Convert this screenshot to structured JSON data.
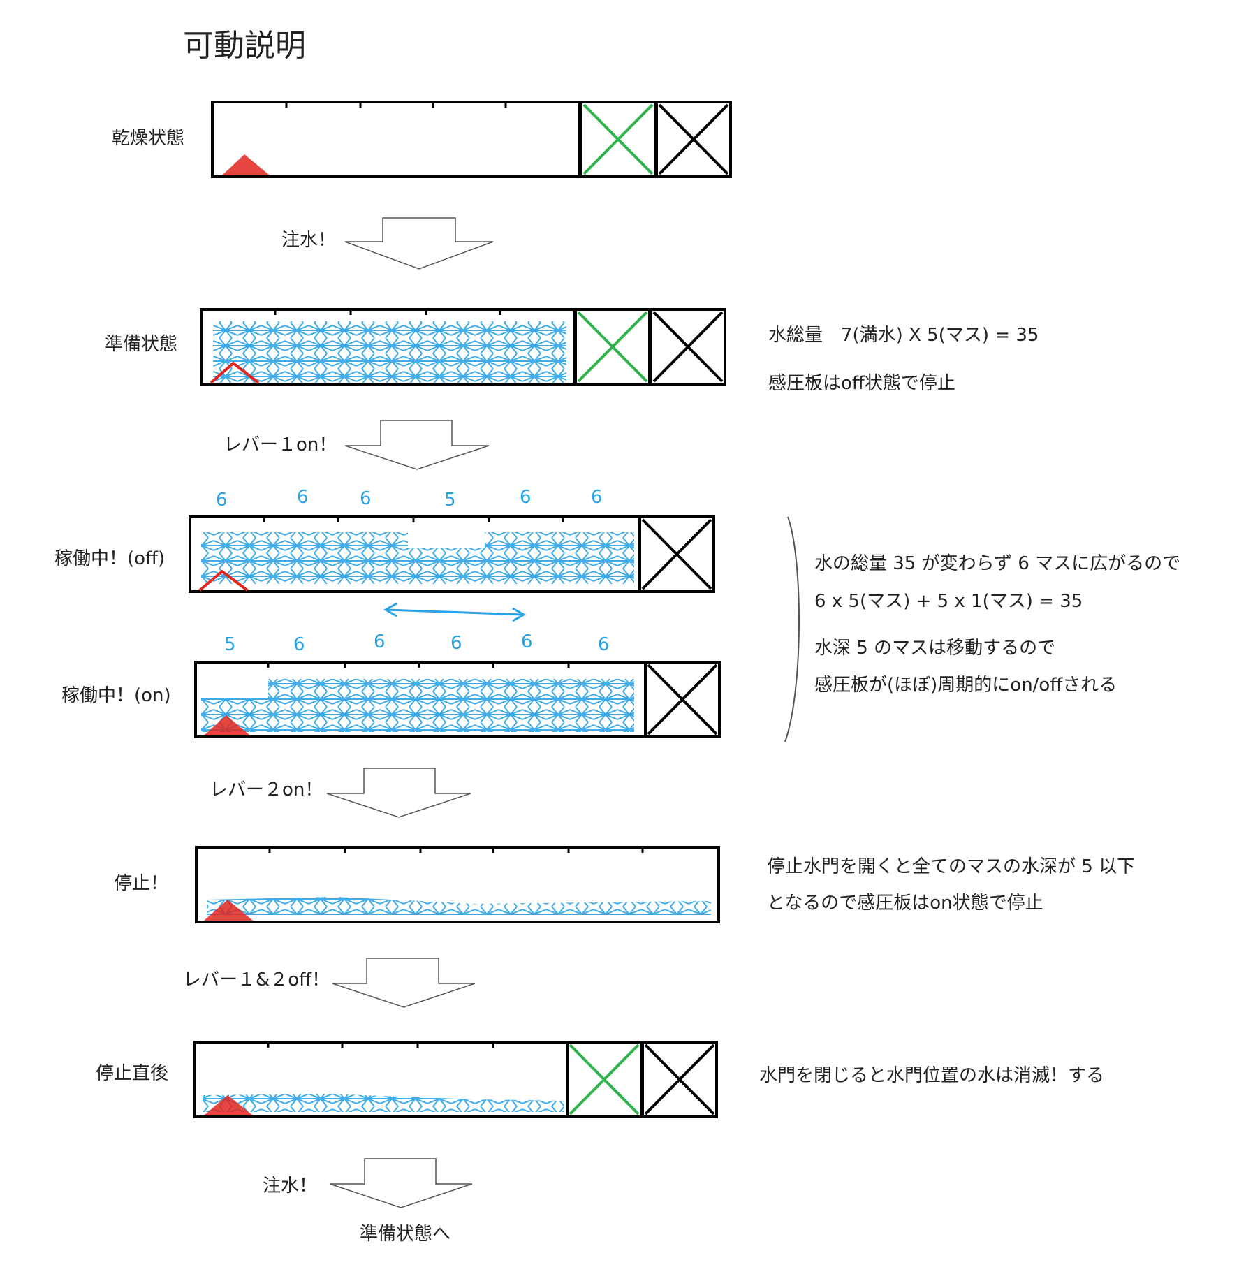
{
  "title": "可動説明",
  "stages": [
    {
      "label": "乾燥状態"
    },
    {
      "label": "準備状態"
    },
    {
      "label": "稼働中！(off)",
      "depths": [
        "6",
        "6",
        "6",
        "5",
        "6",
        "6"
      ]
    },
    {
      "label": "稼働中！(on)",
      "depths": [
        "5",
        "6",
        "6",
        "6",
        "6",
        "6"
      ]
    },
    {
      "label": "停止！"
    },
    {
      "label": "停止直後"
    }
  ],
  "arrows": [
    {
      "label": "注水！"
    },
    {
      "label": "レバー１on！"
    },
    {
      "label": "レバー２on！"
    },
    {
      "label": "レバー１&２off！"
    },
    {
      "label": "注水！"
    }
  ],
  "end_label": "準備状態へ",
  "notes": {
    "ready": [
      "水総量　7(満水) X 5(マス) = 35",
      "感圧板はoff状態で停止"
    ],
    "running": [
      "水の総量 35 が変わらず 6 マスに広がるので",
      "6 x 5(マス) + 5 x 1(マス) = 35",
      "水深 5 のマスは移動するので",
      "感圧板が(ほぼ)周期的にon/offされる"
    ],
    "stop": [
      "停止水門を開くと全てのマスの水深が 5 以下",
      "となるので感圧板はon状態で停止"
    ],
    "after": [
      "水門を閉じると水門位置の水は消滅！する"
    ]
  },
  "colors": {
    "water": "#2aa3e6",
    "gate_open": "#2db34a",
    "plate": "#e0261f",
    "frame": "#000000"
  }
}
